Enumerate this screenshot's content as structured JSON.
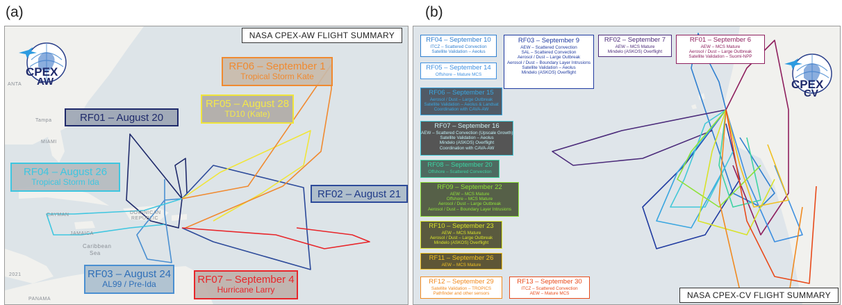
{
  "panels": [
    {
      "letter": "(a)",
      "title": "NASA CPEX-AW FLIGHT SUMMARY",
      "logo": {
        "line1": "CPEX",
        "line2": "AW",
        "icon": "plane-globe-icon"
      },
      "geo_labels": [
        "ANTA",
        "Tampa",
        "MIAMI",
        "CAYMAN",
        "JAMAICA",
        "DOMINICAN",
        "REPUBLIC",
        "Caribbean",
        "Sea",
        "PANAMA",
        "2021"
      ],
      "flights": [
        {
          "id": "RF01",
          "label": "RF01 – August 20",
          "subtitle": "",
          "color": "#1f2a6b"
        },
        {
          "id": "RF02",
          "label": "RF02 – August 21",
          "subtitle": "",
          "color": "#2c4a9a"
        },
        {
          "id": "RF03",
          "label": "RF03 – August 24",
          "subtitle": "AL99 / Pre-Ida",
          "color": "#4a8fd1"
        },
        {
          "id": "RF04",
          "label": "RF04 – August 26",
          "subtitle": "Tropical Storm Ida",
          "color": "#3ec6e0"
        },
        {
          "id": "RF05",
          "label": "RF05 – August 28",
          "subtitle": "TD10 (Kate)",
          "color": "#f0e53a"
        },
        {
          "id": "RF06",
          "label": "RF06 – September 1",
          "subtitle": "Tropical Storm Kate",
          "color": "#f08a30"
        },
        {
          "id": "RF07",
          "label": "RF07 – September 4",
          "subtitle": "Hurricane Larry",
          "color": "#e8262a"
        }
      ]
    },
    {
      "letter": "(b)",
      "title": "NASA CPEX-CV FLIGHT SUMMARY",
      "logo": {
        "line1": "CPEX",
        "line2": "CV",
        "icon": "plane-globe-icon"
      },
      "flights": [
        {
          "id": "RF04",
          "label": "RF04 – September 10",
          "lines": [
            "ITCZ – Scattered Convection",
            "Satellite Validation – Aeolus"
          ],
          "color": "#2f7fd0"
        },
        {
          "id": "RF03",
          "label": "RF03 – September 9",
          "lines": [
            "AEW – Scattered Convection",
            "SAL – Scattered Convection",
            "Aerosol / Dust – Large Outbreak",
            "Aerosol / Dust – Boundary Layer Intrusions",
            "Satellite Validation – Aeolus",
            "Mindelo (ASKOS) Overflight"
          ],
          "color": "#1f3aa0"
        },
        {
          "id": "RF02",
          "label": "RF02 – September 7",
          "lines": [
            "AEW – MCS Mature",
            "Mindelo (ASKOS) Overflight"
          ],
          "color": "#4b2a7a"
        },
        {
          "id": "RF01",
          "label": "RF01 – September 6",
          "lines": [
            "AEW – MCS Mature",
            "Aerosol / Dust – Large Outbreak",
            "Satellite Validation – Suomi-NPP"
          ],
          "color": "#8e1f5e"
        },
        {
          "id": "RF05",
          "label": "RF05 – September 14",
          "lines": [
            "Offshore – Mature MCS"
          ],
          "color": "#3d8fe0"
        },
        {
          "id": "RF06",
          "label": "RF06 – September 15",
          "lines": [
            "Aerosol / Dust – Large Outbreak",
            "Satellite Validation – Aeolus & Landsat",
            "Coordination with CAVA-AW"
          ],
          "color": "#3aa6e0"
        },
        {
          "id": "RF07",
          "label": "RF07 – September 16",
          "lines": [
            "AEW – Scattered Convection (Upscale Growth)",
            "Satellite Validation – Aeolus",
            "Mindelo (ASKOS) Overflight",
            "Coordination with CAVA-AW"
          ],
          "color": "#43c8d8"
        },
        {
          "id": "RF08",
          "label": "RF08 – September 20",
          "lines": [
            "Offshore – Scattered Convection"
          ],
          "color": "#3ed3a3"
        },
        {
          "id": "RF09",
          "label": "RF09 – September 22",
          "lines": [
            "AEW – MCS Mature",
            "Offshore – MCS Mature",
            "Aerosol / Dust – Large Outbreak",
            "Aerosol / Dust – Boundary Layer Intrusions"
          ],
          "color": "#8fe23a"
        },
        {
          "id": "RF10",
          "label": "RF10 – September 23",
          "lines": [
            "AEW – MCS Mature",
            "Aerosol / Dust – Large Outbreak",
            "Mindelo (ASKOS) Overflight"
          ],
          "color": "#d8e22a"
        },
        {
          "id": "RF11",
          "label": "RF11 – September 26",
          "lines": [
            "AEW – MCS Mature"
          ],
          "color": "#f0c020"
        },
        {
          "id": "RF12",
          "label": "RF12 – September 29",
          "lines": [
            "Satellite Validation – TROPICS",
            "Pathfinder and other sensors"
          ],
          "color": "#f08a20"
        },
        {
          "id": "RF13",
          "label": "RF13 – September 30",
          "lines": [
            "ITCZ – Scattered Convection",
            "AEW – Mature MCS"
          ],
          "color": "#e84a1a"
        }
      ]
    }
  ]
}
